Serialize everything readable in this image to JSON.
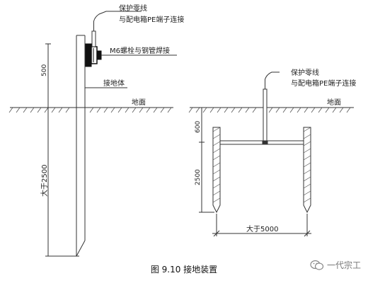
{
  "figure": {
    "caption": "图 9.10  接地装置"
  },
  "left_diagram": {
    "wire_label_line1": "保护零线",
    "wire_label_line2": "与配电箱PE端子连接",
    "bolt_label": "M6螺栓与钢管焊接",
    "electrode_label": "接地体",
    "ground_label": "地面",
    "dim_upper": "500",
    "dim_lower": "大于2500"
  },
  "right_diagram": {
    "wire_label_line1": "保护零线",
    "wire_label_line2": "与配电箱PE端子连接",
    "ground_label": "地面",
    "dim_top": "600",
    "dim_depth": "2500",
    "dim_width": "大于5000"
  },
  "watermark": {
    "text": "一代宗工",
    "icon": "wechat-icon"
  }
}
